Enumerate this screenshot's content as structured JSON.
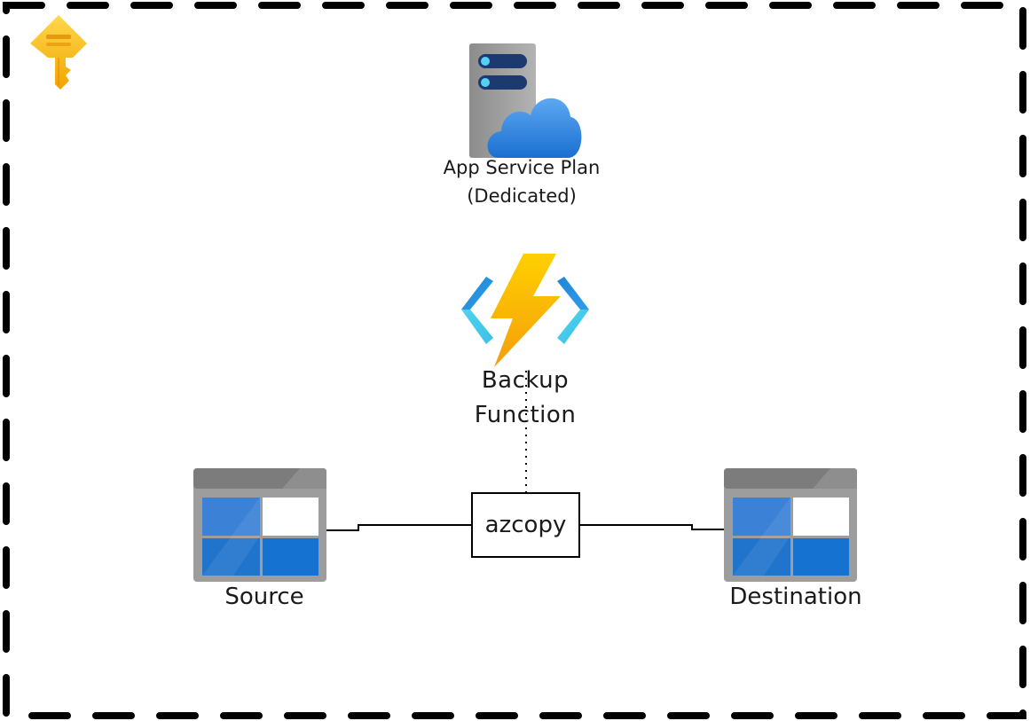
{
  "nodes": {
    "app_service_plan": {
      "icon": "app-service-plan-icon",
      "label_lines": [
        "App Service Plan",
        "(Dedicated)"
      ]
    },
    "backup_function": {
      "icon": "function-app-icon",
      "label_lines": [
        "Backup",
        "Function"
      ]
    },
    "azcopy": {
      "label": "azcopy"
    },
    "source": {
      "icon": "storage-account-icon",
      "label": "Source"
    },
    "destination": {
      "icon": "storage-account-icon",
      "label": "Destination"
    },
    "key_vault": {
      "icon": "key-icon"
    }
  },
  "edges": [
    {
      "from": "Source",
      "to": "azcopy",
      "style": "solid"
    },
    {
      "from": "azcopy",
      "to": "Destination",
      "style": "solid"
    },
    {
      "from": "Backup Function",
      "to": "azcopy",
      "style": "dotted"
    }
  ],
  "colors": {
    "key": "#f5b800",
    "cloud": "#3a8ee6",
    "server": "#9a9a9a",
    "bolt": "#fcb712",
    "brackets": "#1e88d8",
    "storage_blue": "#1f75d1",
    "storage_frame": "#7a7a7a",
    "line": "#000000"
  }
}
